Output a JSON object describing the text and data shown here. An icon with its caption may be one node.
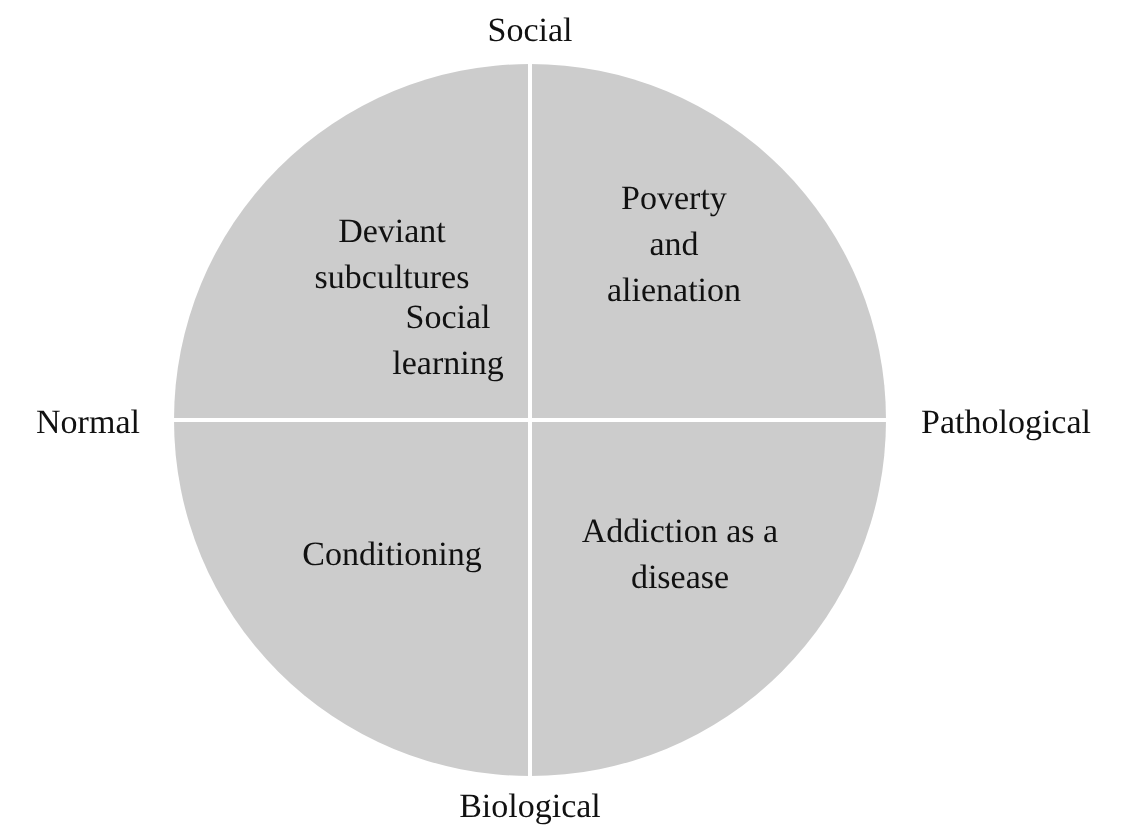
{
  "diagram": {
    "labels": [
      "Social",
      "Deviant subcultures",
      "Poverty and alienation",
      "Social learning",
      "Normal",
      "Pathological",
      "Conditioning",
      "Addiction as a disease",
      "Biological"
    ]
  }
}
